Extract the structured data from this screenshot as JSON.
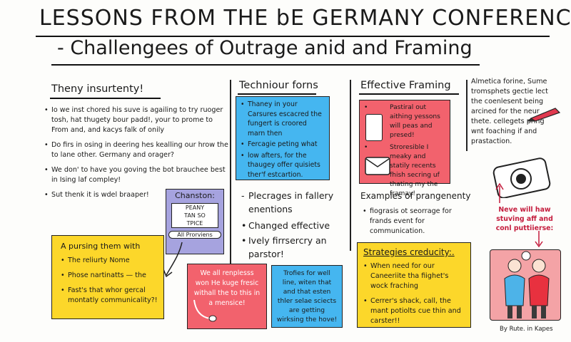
{
  "title": {
    "line1": "LESSONS FROM THE bE GERMANY CONFERENCE:",
    "line2": "- Challengees of Outrage anid and Framing"
  },
  "col1": {
    "heading": "Theny insurtenty!",
    "bullets": [
      "Io we inst chored his suve is agailing to try ruoger tosh, hat thugety bour padd!, your to prome to From and, and kacys falk of onily",
      "Do firs in osing in deering hes kealling our hrow the to lane other. Germany and orager?",
      "We don' to have you goving the bot brauchee best in Ising laf compley!",
      "Sut thenk it is wdel braaper!"
    ],
    "chanson": {
      "label": "Chanston:",
      "sign1": "PEANY",
      "sign2": "TAN SO",
      "sign3": "TPICE",
      "caption": "All Prorviens"
    },
    "yellow_box": {
      "heading": "A pursing them with",
      "bullets": [
        "The reliurty Nome",
        "Phose nartinatts — the",
        "Fast's that whor gercal montatly communicality?!"
      ]
    }
  },
  "col2": {
    "heading": "Techniour forns",
    "blue_box": [
      "Thaney in your Carsures escacred the fungert is croored marn then",
      "Fercagie peting what",
      "low afters, for the thaugey offer quisiets ther'f estcartion."
    ],
    "plecrages": {
      "heading": "Plecrages in fallery enentions",
      "bullets": [
        "Changed effective",
        "Ively firrsercry an parstor!"
      ]
    },
    "red_box": "We all renplesss won He kuge fresic withall the to this in a mensice!",
    "blue_box2": "Trofies for well line, witen that and that esten thler selae sciects are getting wirksing the hove!"
  },
  "col3": {
    "heading": "Effective Framing",
    "red_box": [
      "Pastiral out aithing yessons will peas and presed!",
      "Stroresible I meaky and statily recents fhish secring uf thating my the framay!"
    ],
    "examples": {
      "heading": "Examples of prangenenty",
      "bullet": "fiograsis ot seorrage for frands event for communication."
    },
    "strategies": {
      "heading": "Strategies creducity:.",
      "bullets": [
        "When need for our Caneeriite tha fiighet's wock fraching",
        "Cerrer's shack, call, the mant potiolts cue thin and carster!!"
      ]
    }
  },
  "col4": {
    "note": "Almetica forine, Sume tromsphets gectie lect the coenlesent being arcined for the neur thete. cellegets pring wnt foaching if and prastaction.",
    "red_note": "Neve will haw stuving aff and conl puttiierse:",
    "credit": "By Rute. in Kapes"
  },
  "colors": {
    "blue": "#45b6f0",
    "red": "#f2626d",
    "yellow": "#fcd72a",
    "purple": "#a6a3df",
    "accent_red": "#c41b3c"
  }
}
